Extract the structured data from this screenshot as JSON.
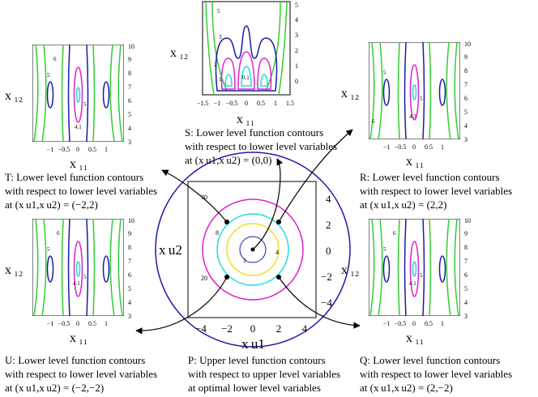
{
  "colors": {
    "blue": "#1a1aa6",
    "green": "#33cc33",
    "magenta": "#dd22cc",
    "cyan": "#22dddd",
    "yellow": "#eedd22",
    "frame": "#000000",
    "panel_fill": "#ffffff"
  },
  "axis_labels": {
    "x11": "x ₁₁",
    "x12": "x ₁₂",
    "xu1": "x u1",
    "xu2": "x u2"
  },
  "panels": {
    "S": {
      "caption": [
        "S: Lower level function contours",
        "with respect to lower level variables",
        "at (x u1,x u2) = (0,0)"
      ],
      "xticks": [
        "−1.5",
        "−1",
        "−0.5",
        "0",
        "0.5",
        "1",
        "1.5"
      ],
      "yticks": [
        "0",
        "1",
        "2",
        "3",
        "4",
        "5"
      ],
      "contour_labels": [
        "5",
        "3",
        "2",
        "1",
        "0.1"
      ]
    },
    "T": {
      "caption": [
        "T: Lower level function contours",
        "with respect to lower level variables",
        "at (x u1,x u2) = (−2,2)"
      ],
      "xticks": [
        "−1",
        "−0.5",
        "0",
        "0.5",
        "1"
      ],
      "yticks": [
        "3",
        "4",
        "5",
        "6",
        "7",
        "8",
        "9",
        "10"
      ],
      "contour_labels": [
        "5",
        "6",
        "4.1",
        "5"
      ]
    },
    "R": {
      "caption": [
        "R: Lower level function contours",
        "with respect to lower level variables",
        "at (x u1,x u2) = (2,2)"
      ],
      "xticks": [
        "−1",
        "−0.5",
        "0",
        "0.5",
        "1"
      ],
      "yticks": [
        "3",
        "4",
        "5",
        "6",
        "7",
        "8",
        "9",
        "10"
      ],
      "contour_labels": [
        "5",
        "6",
        "4.3",
        "5"
      ]
    },
    "U": {
      "caption": [
        "U: Lower level function contours",
        "with respect to lower level variables",
        "at (x u1,x u2) = (−2,−2)"
      ],
      "xticks": [
        "−1",
        "−0.5",
        "0",
        "0.5",
        "1"
      ],
      "yticks": [
        "3",
        "4",
        "5",
        "6",
        "7",
        "8",
        "9",
        "10"
      ],
      "contour_labels": [
        "5",
        "6",
        "4.1",
        "5"
      ]
    },
    "Q": {
      "caption": [
        "Q: Lower level function contours",
        "with respect to lower level variables",
        "at (x u1,x u2) = (2,−2)"
      ],
      "xticks": [
        "−1",
        "−0.5",
        "0",
        "0.5",
        "1"
      ],
      "yticks": [
        "3",
        "4",
        "5",
        "6",
        "7",
        "8",
        "9",
        "10"
      ],
      "contour_labels": [
        "5",
        "6",
        "4.1",
        "5"
      ]
    },
    "P": {
      "caption": [
        "P: Upper level function contours",
        "with respect to upper level variables",
        "at optimal lower level variables"
      ],
      "xticks": [
        "−4",
        "−2",
        "0",
        "2",
        "4"
      ],
      "yticks": [
        "−4",
        "−2",
        "0",
        "2",
        "4"
      ],
      "contour_labels": [
        "30",
        "20",
        "8",
        "4",
        "1"
      ]
    }
  }
}
